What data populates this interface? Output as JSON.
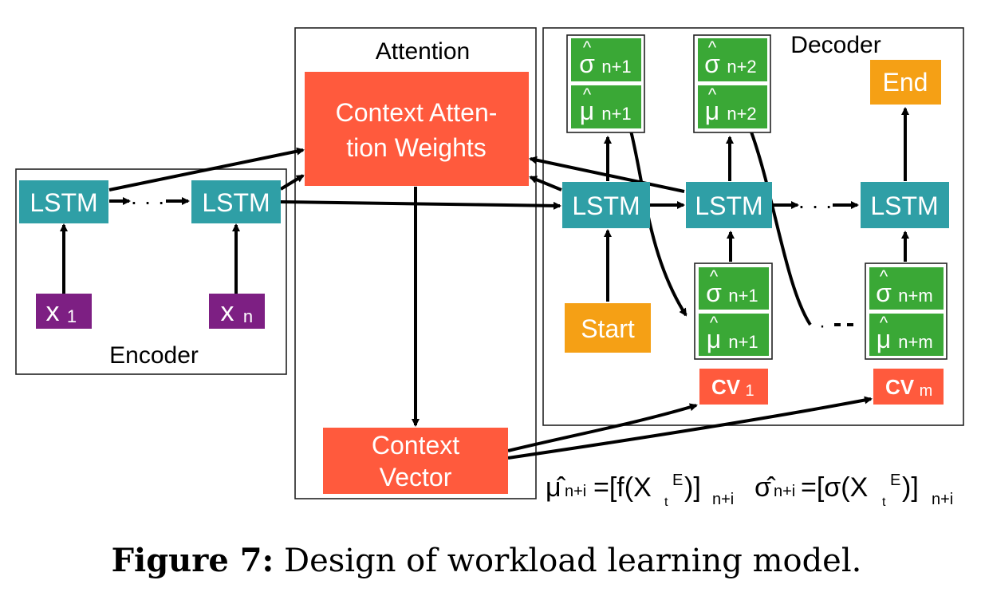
{
  "colors": {
    "lstm": "#2f9fa6",
    "input": "#7d1f83",
    "attention": "#ff5a3d",
    "terminal": "#f5a015",
    "param": "#3aa836",
    "cv": "#ff5a3d"
  },
  "labels": {
    "encoder": "Encoder",
    "attention": "Attention",
    "decoder": "Decoder",
    "lstm": "LSTM",
    "x1_base": "x",
    "x1_sub": "1",
    "xn_base": "x",
    "xn_sub": "n",
    "context_weights_line1": "Context Atten-",
    "context_weights_line2": "tion Weights",
    "context_vector_line1": "Context",
    "context_vector_line2": "Vector",
    "start": "Start",
    "end": "End",
    "sigma": "σ",
    "mu": "μ",
    "hat": "^",
    "sub_n1": "n+1",
    "sub_n2": "n+2",
    "sub_nm": "n+m",
    "cv_base": "CV",
    "cv1_sub": "1",
    "cvm_sub": "m",
    "ellipsis_dots": "· · ·"
  },
  "formula": {
    "mu_hat": "μ̂",
    "mu_sub": "n+i",
    "mu_rhs": "=[f(X",
    "mu_t": "t",
    "mu_E": "E",
    "mu_close": ")]",
    "mu_out_sub": "n+i",
    "sigma_hat": "σ̂",
    "sigma_sub": "n+i",
    "sigma_rhs": "=[σ(X",
    "sigma_t": "t",
    "sigma_E": "E",
    "sigma_close": ")]",
    "sigma_out_sub": "n+i"
  },
  "caption": {
    "bold": "Figure 7:",
    "text": " Design of workload learning model."
  }
}
